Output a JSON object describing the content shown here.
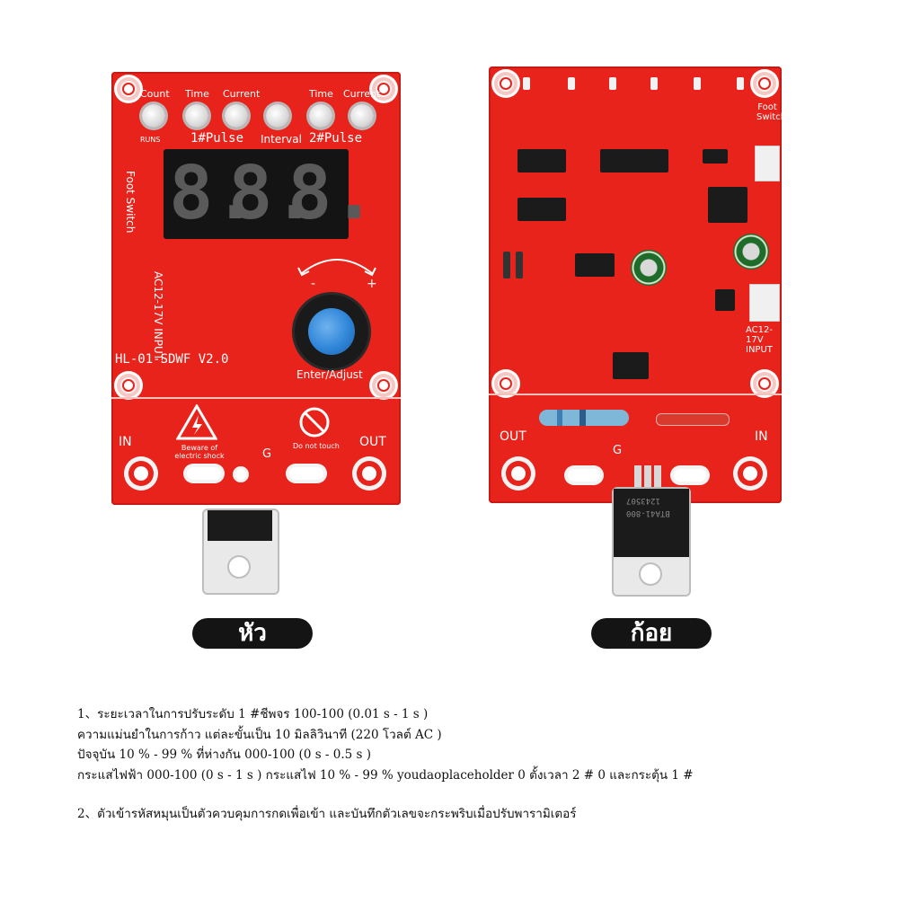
{
  "front": {
    "button_labels": [
      "Count",
      "Time",
      "Current",
      "Time",
      "Current"
    ],
    "runs": "RUNS",
    "pulse1": "1#Pulse",
    "interval": "Interval",
    "pulse2": "2#Pulse",
    "display": [
      "8.",
      "8.",
      "8."
    ],
    "foot_switch": "Foot Switch",
    "ac_input": "AC12-17V INPUT",
    "minus": "-",
    "plus": "+",
    "model": "HL-01-SDWF  V2.0",
    "enter_adjust": "Enter/Adjust",
    "warning": "Beware of electric shock",
    "no_touch": "Do not touch",
    "g": "G",
    "in": "IN",
    "out": "OUT"
  },
  "back": {
    "foot_switch": "Foot Switch",
    "ac_input": "AC12-17V INPUT",
    "out": "OUT",
    "in": "IN",
    "g": "G",
    "triac_text": [
      "BTA41-800",
      "1243507"
    ]
  },
  "labels": {
    "head": "หัว",
    "tail": "ก้อย"
  },
  "description": {
    "l1": "1、ระยะเวลาในการปรับระดับ 1 #ชีพจร 100-100 (0.01 s - 1 s )",
    "l2": "ความแม่นยำในการก้าว แต่ละขั้นเป็น 10 มิลลิวินาที (220 โวลต์ AC )",
    "l3": "ปัจจุบัน 10 % - 99 % ที่ห่างกัน 000-100 (0 s - 0.5 s )",
    "l4": "กระแสไฟฟ้า 000-100 (0 s - 1 s ) กระแสไฟ 10 % - 99 % youdaoplaceholder 0 ตั้งเวลา 2 # 0 และกระตุ้น 1 #",
    "l5": "2、ตัวเข้ารหัสหมุนเป็นตัวควบคุมการกดเพื่อเข้า และบันทึกตัวเลขจะกระพริบเมื่อปรับพารามิเตอร์"
  },
  "colors": {
    "pcb": "#e8231b",
    "knob": "#2f86d8",
    "display_bg": "#141414",
    "pill": "#141414"
  }
}
